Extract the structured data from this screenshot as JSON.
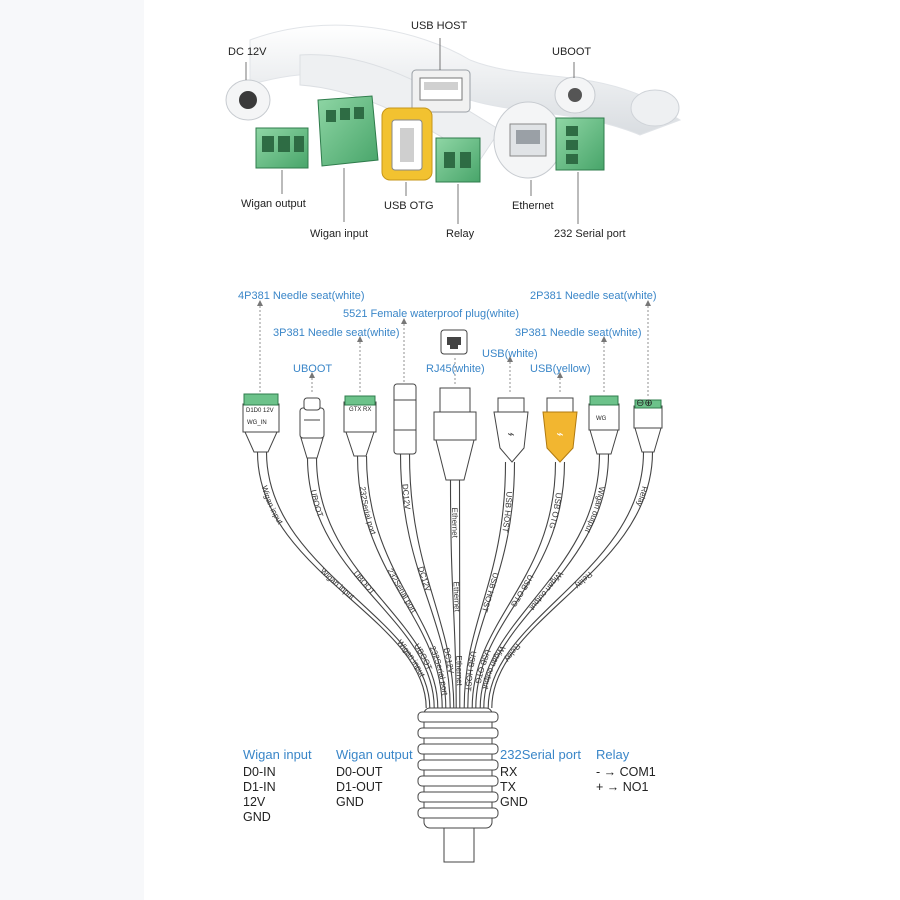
{
  "photo_labels": {
    "dc12v": "DC 12V",
    "usb_host": "USB HOST",
    "uboot": "UBOOT",
    "wigan_output": "Wigan output",
    "wigan_input": "Wigan input",
    "usb_otg": "USB OTG",
    "relay": "Relay",
    "ethernet": "Ethernet",
    "serial232": "232 Serial port"
  },
  "connector_labels": {
    "p4": "4P381 Needle seat(white)",
    "p2": "2P381 Needle seat(white)",
    "waterproof": "5521 Female waterproof plug(white)",
    "p3_left": "3P381 Needle seat(white)",
    "p3_right": "3P381 Needle seat(white)",
    "usb_white": "USB(white)",
    "uboot": "UBOOT",
    "rj45": "RJ45(white)",
    "usb_yellow": "USB(yellow)"
  },
  "cable_labels": [
    "Wigan input",
    "UBOOT",
    "232Serial port",
    "DC12V",
    "Ethernet",
    "USB HOST",
    "USB OTG",
    "Wigan output",
    "Relay"
  ],
  "connector_face_text": {
    "wiegand_in": "WG_IN",
    "pins_4": "D1D0 12V",
    "serial": "GTX RX",
    "wiegand_out": "WG",
    "relay_pins": "⊖⊕"
  },
  "pinout": {
    "wigan_input": {
      "title": "Wigan input",
      "rows": [
        "D0-IN",
        "D1-IN",
        "12V",
        "GND"
      ]
    },
    "wigan_output": {
      "title": "Wigan output",
      "rows": [
        "D0-OUT",
        "D1-OUT",
        "GND"
      ]
    },
    "serial": {
      "title": "232Serial port",
      "rows": [
        "RX",
        "TX",
        "GND"
      ]
    },
    "relay": {
      "title": "Relay",
      "rows": [
        "- → COM1",
        "+ → NO1"
      ]
    }
  },
  "colors": {
    "accent": "#3a86c8",
    "terminal_green": "#6cc28a",
    "usb_yellow": "#f2b630"
  }
}
